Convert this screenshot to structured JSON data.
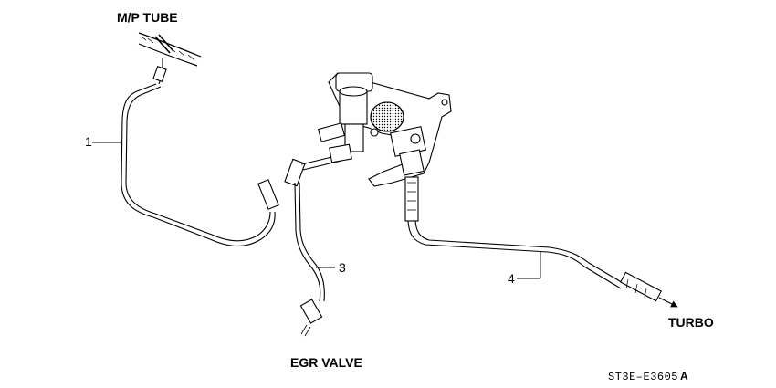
{
  "labels": {
    "mp_tube": "M/P TUBE",
    "egr_valve": "EGR VALVE",
    "turbo": "TURBO"
  },
  "callouts": {
    "c1": "1",
    "c3": "3",
    "c4": "4"
  },
  "diagram_code": "ST3E–E3605",
  "diagram_code_suffix": "A",
  "colors": {
    "line": "#000000",
    "background": "#ffffff"
  }
}
